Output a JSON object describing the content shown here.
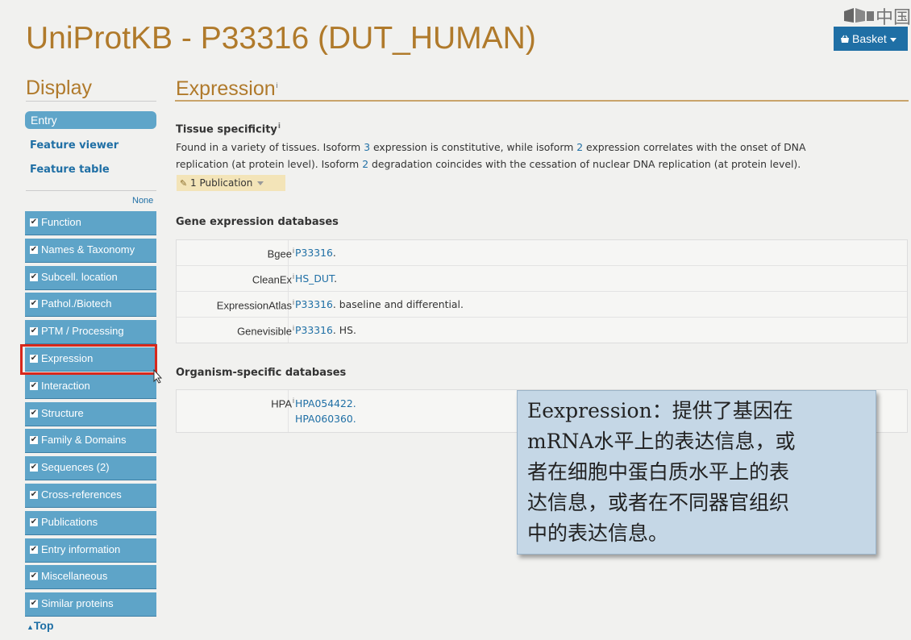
{
  "header": {
    "title": "UniProtKB - P33316 (DUT_HUMAN)",
    "logo_text": "中国",
    "basket_label": "Basket"
  },
  "sidebar": {
    "heading": "Display",
    "entry_label": "Entry",
    "links": [
      "Feature viewer",
      "Feature table"
    ],
    "none_label": "None",
    "sections": [
      {
        "label": "Function",
        "checked": true
      },
      {
        "label": "Names & Taxonomy",
        "checked": true
      },
      {
        "label": "Subcell. location",
        "checked": true
      },
      {
        "label": "Pathol./Biotech",
        "checked": true
      },
      {
        "label": "PTM / Processing",
        "checked": true
      },
      {
        "label": "Expression",
        "checked": true
      },
      {
        "label": "Interaction",
        "checked": true
      },
      {
        "label": "Structure",
        "checked": true
      },
      {
        "label": "Family & Domains",
        "checked": true
      },
      {
        "label": "Sequences (2)",
        "checked": true
      },
      {
        "label": "Cross-references",
        "checked": true
      },
      {
        "label": "Publications",
        "checked": true
      },
      {
        "label": "Entry information",
        "checked": true
      },
      {
        "label": "Miscellaneous",
        "checked": true
      },
      {
        "label": "Similar proteins",
        "checked": true
      }
    ],
    "top_label": "Top"
  },
  "main": {
    "heading": "Expression",
    "tissue": {
      "heading": "Tissue specificity",
      "line1_a": "Found in a variety of tissues. Isoform ",
      "line1_b": "3",
      "line1_c": " expression is constitutive, while isoform ",
      "line1_d": "2",
      "line1_e": " expression correlates with the onset of DNA",
      "line2_a": "replication (at protein level). Isoform ",
      "line2_b": "2",
      "line2_c": " degradation coincides with the cessation of nuclear DNA replication (at protein level).",
      "publication_label": "1 Publication"
    },
    "gene_db": {
      "heading": "Gene expression databases",
      "rows": [
        {
          "name": "Bgee",
          "link": "P33316",
          "suffix": "."
        },
        {
          "name": "CleanEx",
          "link": "HS_DUT",
          "suffix": "."
        },
        {
          "name": "ExpressionAtlas",
          "link": "P33316",
          "suffix": ". baseline and differential."
        },
        {
          "name": "Genevisible",
          "link": "P33316",
          "suffix": ". HS."
        }
      ]
    },
    "organism_db": {
      "heading": "Organism-specific databases",
      "rows": [
        {
          "name": "HPA",
          "links": [
            "HPA054422.",
            "HPA060360."
          ]
        }
      ]
    }
  },
  "annotation": {
    "lines": [
      "Eexpression：提供了基因在",
      "mRNA水平上的表达信息，或",
      "者在细胞中蛋白质水平上的表",
      "达信息，或者在不同器官组织",
      "中的表达信息。"
    ]
  },
  "colors": {
    "title": "#b07a2b",
    "link": "#1f6fa5",
    "sidebar_button": "#5ea4c8",
    "highlight": "#d7281c",
    "note_bg": "#c5d7e6"
  }
}
